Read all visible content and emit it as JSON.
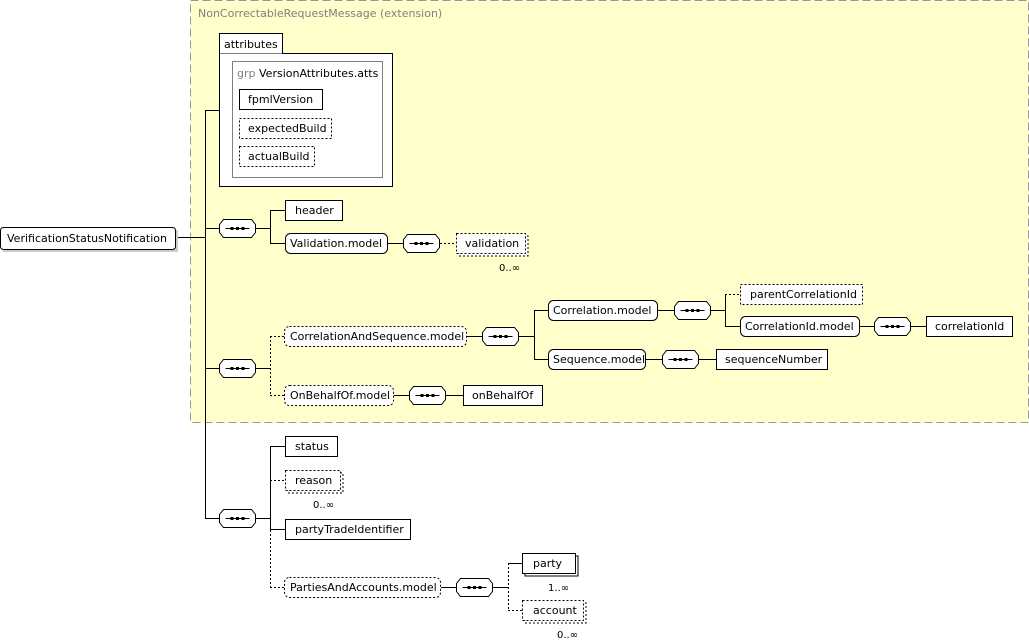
{
  "root": {
    "label": "VerificationStatusNotification"
  },
  "extension": {
    "label": "NonCorrectableRequestMessage (extension)"
  },
  "attributes": {
    "title": "attributes",
    "group_keyword": "grp",
    "group_name": "VersionAttributes.atts",
    "items": [
      {
        "label": "fpmlVersion",
        "required": true
      },
      {
        "label": "expectedBuild",
        "required": false
      },
      {
        "label": "actualBuild",
        "required": false
      }
    ]
  },
  "elements": {
    "header": "header",
    "validation_model": "Validation.model",
    "validation": "validation",
    "correlation_and_sequence_model": "CorrelationAndSequence.model",
    "correlation_model": "Correlation.model",
    "parent_correlation_id": "parentCorrelationId",
    "correlation_id_model": "CorrelationId.model",
    "correlation_id": "correlationId",
    "sequence_model": "Sequence.model",
    "sequence_number": "sequenceNumber",
    "on_behalf_of_model": "OnBehalfOf.model",
    "on_behalf_of": "onBehalfOf",
    "status": "status",
    "reason": "reason",
    "party_trade_identifier": "partyTradeIdentifier",
    "parties_and_accounts_model": "PartiesAndAccounts.model",
    "party": "party",
    "account": "account"
  },
  "cardinality": {
    "validation": "0..∞",
    "reason": "0..∞",
    "party": "1..∞",
    "account": "0..∞"
  },
  "colors": {
    "extension_fill": "#ffffcc",
    "extension_border": "#999999",
    "node_fill": "#ffffff",
    "stroke": "#000000"
  }
}
